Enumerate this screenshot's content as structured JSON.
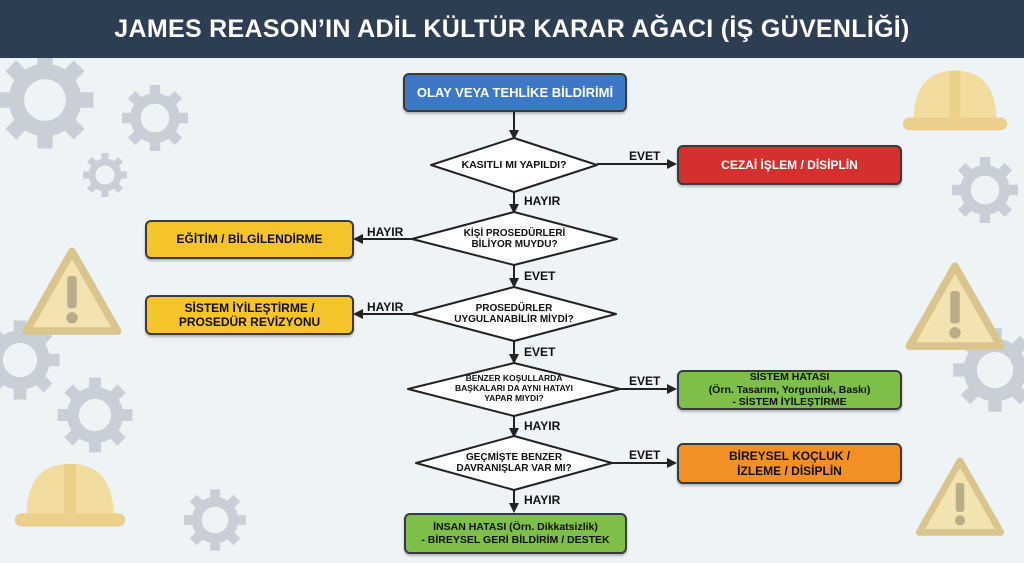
{
  "title": "JAMES REASON’IN ADİL KÜLTÜR KARAR AĞACI (İŞ GÜVENLİĞİ)",
  "colors": {
    "header_bg": "#2d3d52",
    "start": "#3d78c7",
    "punish": "#d3302f",
    "training": "#f5c42a",
    "system": "#7dbf48",
    "coaching": "#f39025",
    "human": "#7dbf48"
  },
  "nodes": {
    "start": "OLAY VEYA TEHLİKE BİLDİRİMİ",
    "q1": "KASITLI MI YAPILDI?",
    "punish": "CEZAİ İŞLEM / DİSİPLİN",
    "q2": "KİŞİ PROSEDÜRLERİ\nBİLİYOR MUYDU?",
    "training": "EĞİTİM / BİLGİLENDİRME",
    "q3": "PROSEDÜRLER\nUYGULANABİLİR MİYDİ?",
    "system_fix": "SİSTEM İYİLEŞTİRME /\nPROSEDÜR REVİZYONU",
    "q4": "BENZER KOŞULLARDA\nBAŞKALARI DA AYNI HATAYI\nYAPAR MIYDI?",
    "system_error": "SİSTEM HATASI\n(Örn. Tasarım, Yorgunluk, Baskı)\n- SİSTEM İYİLEŞTİRME",
    "q5": "GEÇMİŞTE BENZER\nDAVRANIŞLAR VAR MI?",
    "coaching": "BİREYSEL KOÇLUK /\nİZLEME / DİSİPLİN",
    "human_error": "İNSAN HATASI (Örn. Dikkatsizlik)\n- BİREYSEL GERİ BİLDİRİM / DESTEK"
  },
  "edges": {
    "q1_yes": "EVET",
    "q1_no": "HAYIR",
    "q2_no": "HAYIR",
    "q2_yes": "EVET",
    "q3_no": "HAYIR",
    "q3_yes": "EVET",
    "q4_yes": "EVET",
    "q4_no": "HAYIR",
    "q5_yes": "EVET",
    "q5_no": "HAYIR"
  },
  "decorations": [
    "gear-icon",
    "warning-icon",
    "hard-hat-icon"
  ]
}
